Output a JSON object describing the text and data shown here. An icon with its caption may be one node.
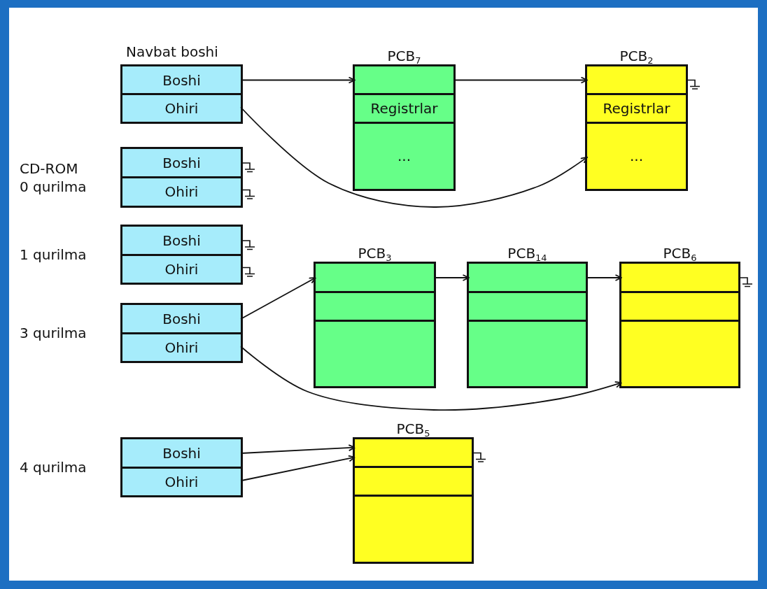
{
  "diagram": {
    "nodes": [
      {
        "text": [
          "Navbat boshi"
        ]
      },
      {
        "text": [
          "Boshi"
        ],
        "in": 0
      },
      {
        "text": [
          "Ohiri"
        ],
        "in": 0
      },
      {
        "text": [
          "PCB$_{7}$"
        ]
      },
      {
        "text": [],
        "shape": "box",
        "in": 3
      },
      {
        "text": [
          "Registrlar"
        ],
        "in": 3
      },
      {
        "text": [
          "..."
        ],
        "in": 3
      },
      {
        "text": [
          "PCB$_{2}$"
        ]
      },
      {
        "text": [],
        "shape": "box",
        "in": 7
      },
      {
        "text": [
          "Registrlar"
        ],
        "in": 7
      },
      {
        "text": [
          "..."
        ],
        "in": 7
      },
      {
        "text": [
          "CD-ROM 0 qurilma"
        ]
      },
      {
        "text": [
          "Boshi"
        ],
        "in": 11
      },
      {
        "text": [
          "Ohiri"
        ],
        "in": 11
      },
      {
        "text": [
          "1 qurilma"
        ]
      },
      {
        "text": [
          "Boshi"
        ],
        "in": 14
      },
      {
        "text": [
          "Ohiri"
        ],
        "in": 14
      },
      {
        "text": [
          "3 qurilma"
        ]
      },
      {
        "text": [
          "Boshi"
        ],
        "in": 17
      },
      {
        "text": [
          "Ohiri"
        ],
        "in": 17
      },
      {
        "text": [
          "PCB$_{3}$"
        ]
      },
      {
        "text": [],
        "shape": "box",
        "in": 20
      },
      {
        "text": [],
        "shape": "box",
        "in": 20
      },
      {
        "text": [],
        "shape": "box",
        "in": 20
      },
      {
        "text": [
          "PCB$_{14}$"
        ]
      },
      {
        "text": [],
        "shape": "box",
        "in": 24
      },
      {
        "text": [],
        "shape": "box",
        "in": 24
      },
      {
        "text": [],
        "shape": "box",
        "in": 24
      },
      {
        "text": [
          "PCB$_{6}$"
        ]
      },
      {
        "text": [],
        "shape": "box",
        "in": 28
      },
      {
        "text": [],
        "shape": "box",
        "in": 28
      },
      {
        "text": [],
        "shape": "box",
        "in": 28
      },
      {
        "text": [
          "4 qurilma"
        ]
      },
      {
        "text": [
          "Boshi"
        ],
        "in": 32
      },
      {
        "text": [
          "Ohiri"
        ],
        "in": 32
      },
      {
        "text": [
          "PCB$_{5}$"
        ]
      },
      {
        "text": [],
        "shape": "box",
        "in": 35
      },
      {
        "text": [],
        "shape": "box",
        "in": 35
      },
      {
        "text": [],
        "shape": "box",
        "in": 35
      }
    ],
    "edges": [
      {
        "from": 1,
        "to": 4,
        "arrow": "to"
      },
      {
        "from": 4,
        "to": 8,
        "arrow": "to"
      },
      {
        "from": 2,
        "to": 10,
        "arrow": "to"
      },
      {
        "from": 18,
        "to": 21,
        "arrow": "to"
      },
      {
        "from": 21,
        "to": 25,
        "arrow": "to"
      },
      {
        "from": 25,
        "to": 29,
        "arrow": "to"
      },
      {
        "from": 19,
        "to": 31,
        "arrow": "to"
      },
      {
        "from": 33,
        "to": 36,
        "arrow": "to"
      },
      {
        "from": 34,
        "to": 36,
        "arrow": "to"
      }
    ]
  }
}
